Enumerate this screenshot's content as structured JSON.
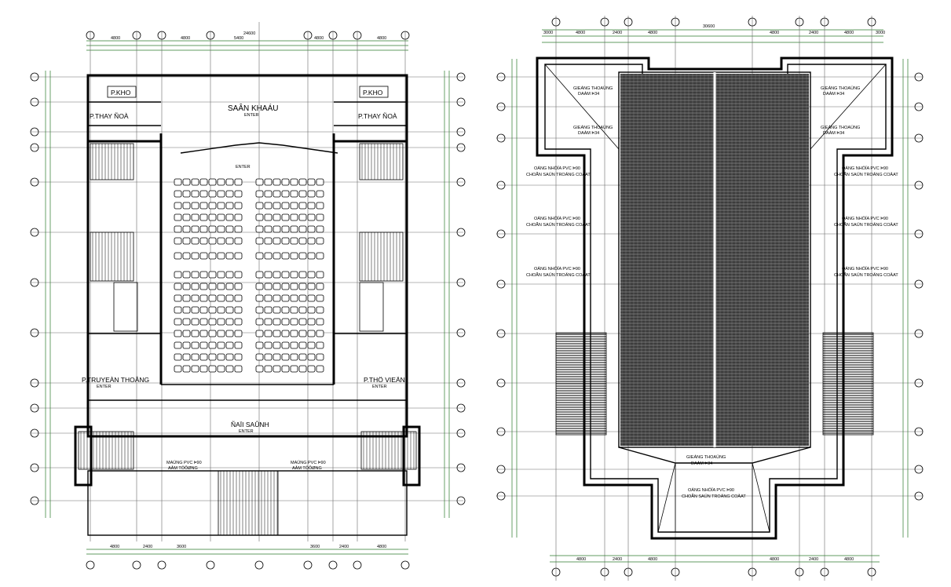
{
  "left_plan": {
    "rooms": {
      "kho_left": "P.KHO",
      "kho_right": "P.KHO",
      "thay_do_left": "P.THAY ÑOÀ",
      "thay_do_right": "P.THAY ÑOÀ",
      "san_khau": "SAÂN KHAÁU",
      "truyen_thong": "P.TRUYEÀN THOÂNG",
      "thu_vien": "P.THÖ VIEÄN",
      "sanh": "ÑAÏI SAÛNH"
    },
    "enter_label": "ENTER",
    "notes": {
      "mang_left": "MAÙNG PVC Þ90",
      "mang_right": "MAÙNG PVC Þ90",
      "am_tuong_left": "AÂM TÖÔØNG",
      "am_tuong_right": "AÂM TÖÔØNG"
    },
    "top_dims": [
      "4800",
      "4800",
      "5400",
      "4800",
      "4800"
    ],
    "overall_dim": "24600",
    "bottom_dims": [
      "4800",
      "2400",
      "3600",
      "3600",
      "2400",
      "4800"
    ]
  },
  "right_plan": {
    "notes": {
      "gieng_trai": "GIEÁNG THOAÙNG",
      "dam_trai": "DAÀM Þ34",
      "gieng_phai": "GIEÁNG THOAÙNG",
      "dam_phai": "DAÀM Þ34",
      "ong_nhua": "OÁNG NHÖÏA PVC Þ90",
      "chan_rac": "CHOÃN SAÜN TROÄNG COÂAT",
      "gieng_duoi": "GIEÁNG THOAÙNG",
      "dam_duoi": "DAÀM Þ34",
      "ong_nhua_duoi": "OÁNG NHÖÏA PVC Þ90",
      "chan_rac_duoi": "CHOÃN SAÜN TROÄNG COÂAT"
    },
    "top_dims": [
      "3000",
      "4800",
      "2400",
      "4800",
      "4800",
      "2400",
      "4800",
      "3000"
    ],
    "overall_dim": "30600",
    "bottom_dims": [
      "4800",
      "2400",
      "4800",
      "4800",
      "2400",
      "4800"
    ]
  }
}
